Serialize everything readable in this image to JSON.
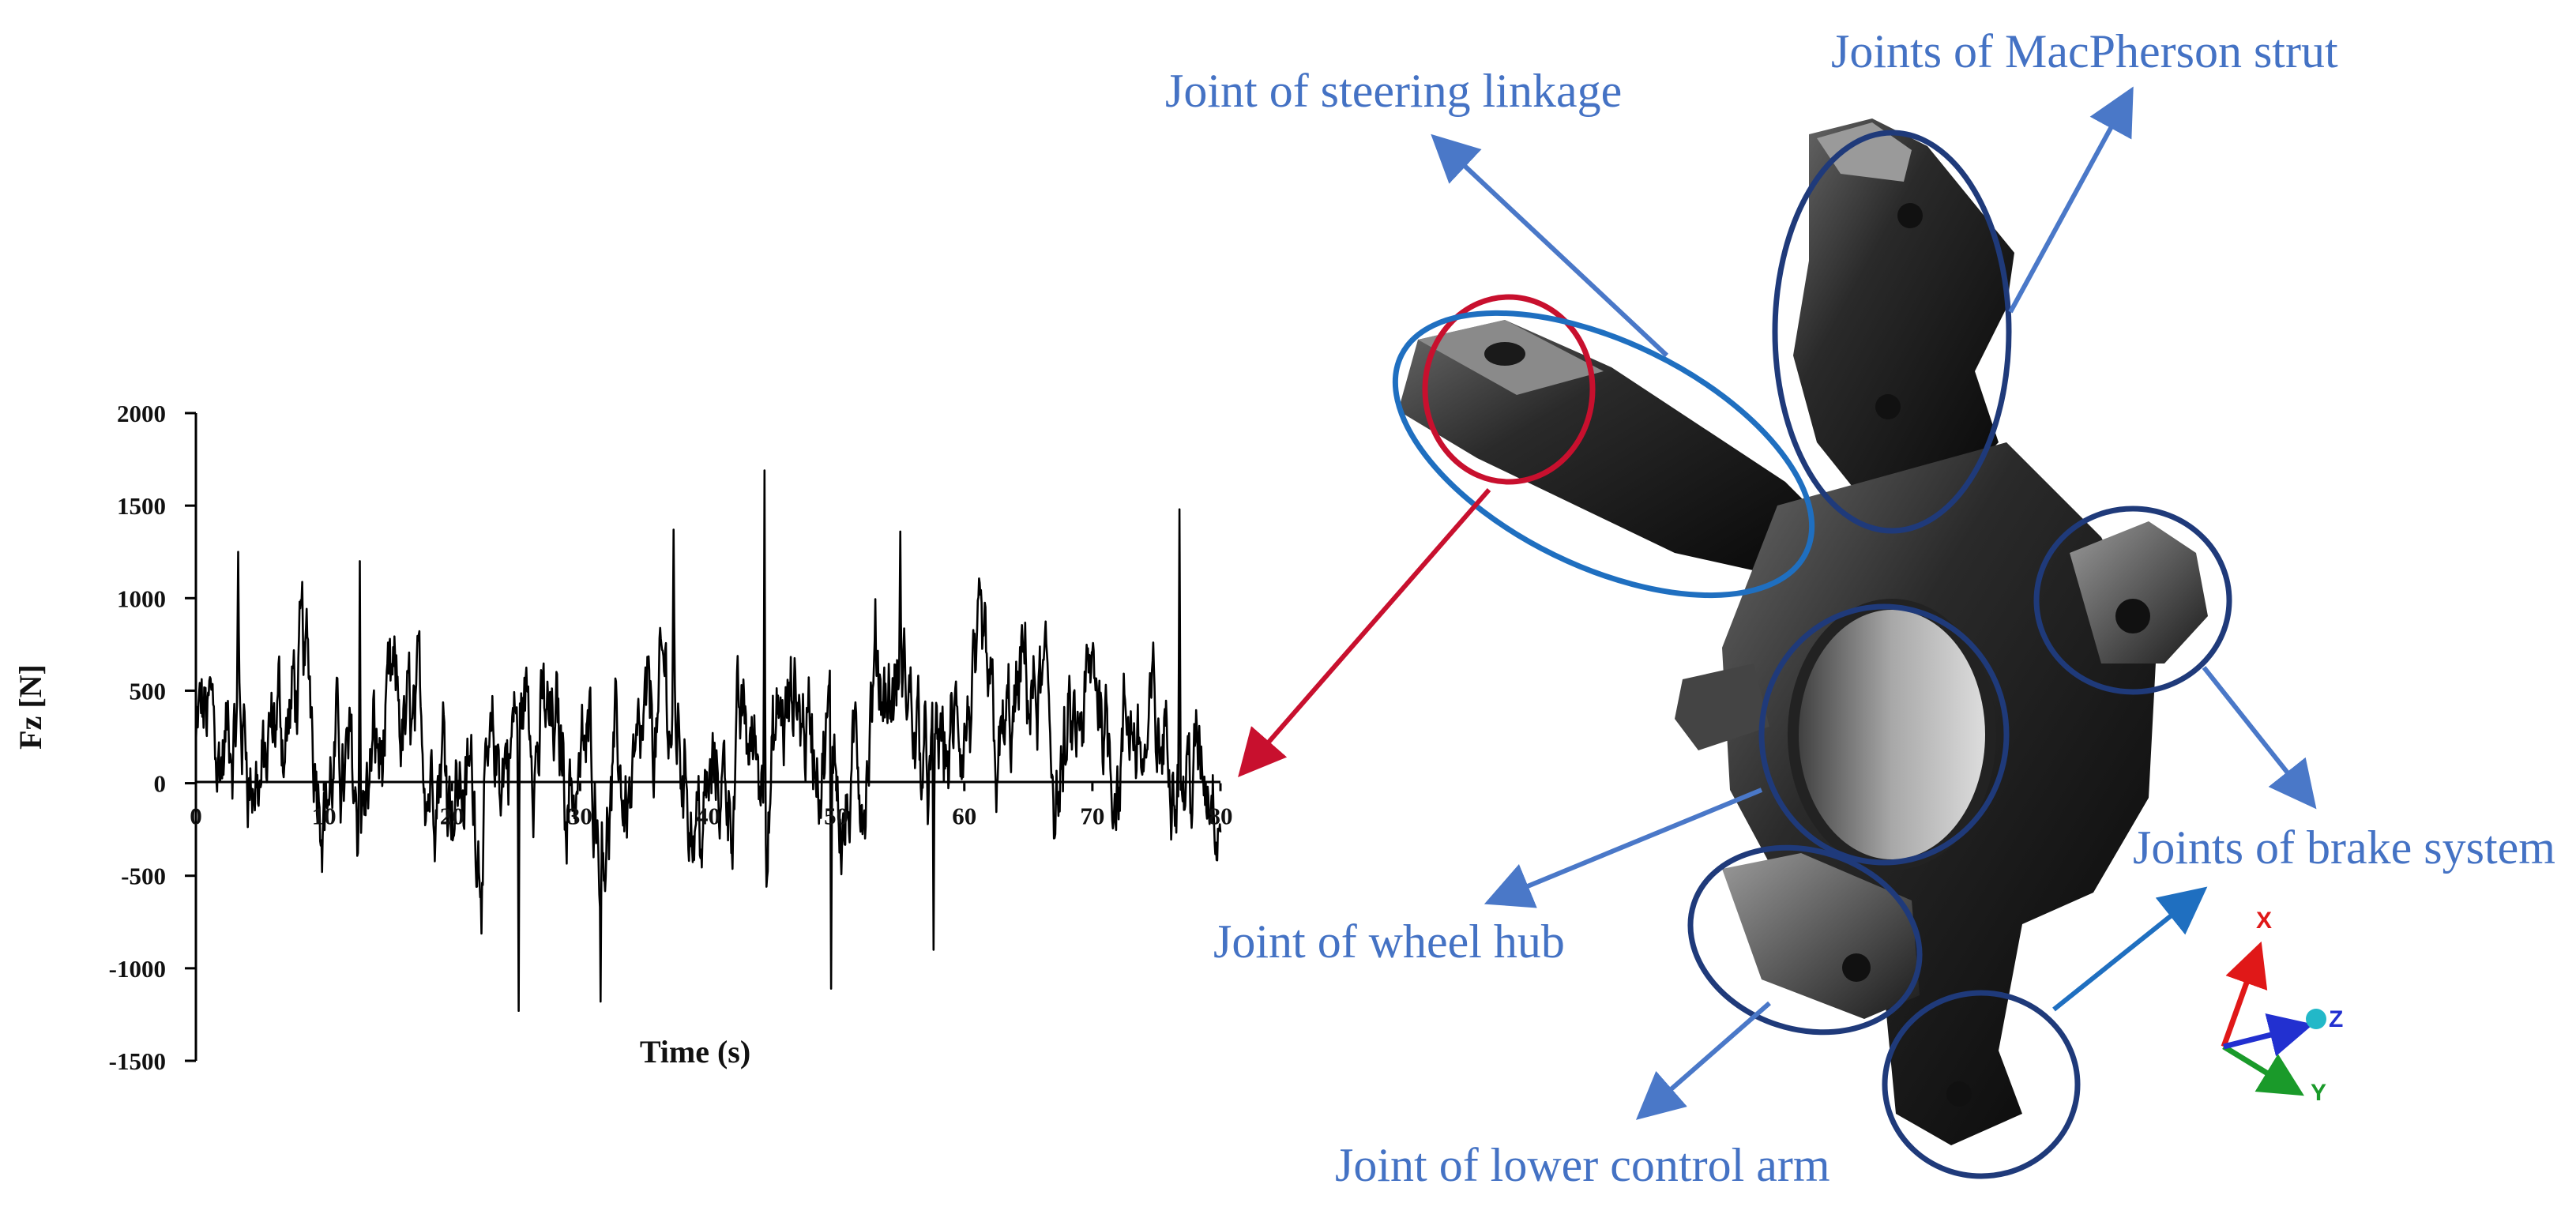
{
  "chart_data": {
    "type": "line",
    "title": "",
    "xlabel": "Time (s)",
    "ylabel": "Fz [N]",
    "xlim": [
      0,
      80
    ],
    "ylim": [
      -1500,
      2000
    ],
    "x_ticks": [
      0,
      10,
      20,
      30,
      40,
      50,
      60,
      70,
      80
    ],
    "y_ticks": [
      2000,
      1500,
      1000,
      500,
      0,
      -500,
      -1000,
      -1500
    ],
    "grid": false,
    "legend": "none",
    "line_color": "#000000",
    "sample_rate_hz": 20,
    "peak_points": [
      {
        "x": 3.3,
        "y": 1250
      },
      {
        "x": 12.8,
        "y": 1200
      },
      {
        "x": 25.2,
        "y": -1230
      },
      {
        "x": 31.6,
        "y": -1180
      },
      {
        "x": 37.3,
        "y": 1370
      },
      {
        "x": 44.4,
        "y": 1690
      },
      {
        "x": 49.6,
        "y": -1110
      },
      {
        "x": 55.0,
        "y": 1360
      },
      {
        "x": 57.6,
        "y": -900
      },
      {
        "x": 76.8,
        "y": 1480
      }
    ]
  },
  "labels": {
    "steering": "Joint of steering linkage",
    "macpherson": "Joints of MacPherson strut",
    "brake": "Joints of brake system",
    "wheel_hub": "Joint of wheel hub",
    "lower_arm": "Joint of lower control arm"
  },
  "axes_triad": {
    "x": "X",
    "y": "Y",
    "z": "Z"
  },
  "colors": {
    "callout_text": "#4472c4",
    "callout_arrow": "#4a78c8",
    "highlight_red": "#c8102e",
    "ellipse_navy": "#1f3a7a",
    "ellipse_blue": "#1f6fc0",
    "axis_x": "#e01818",
    "axis_y": "#1a9a2a",
    "axis_z": "#2230d0"
  }
}
